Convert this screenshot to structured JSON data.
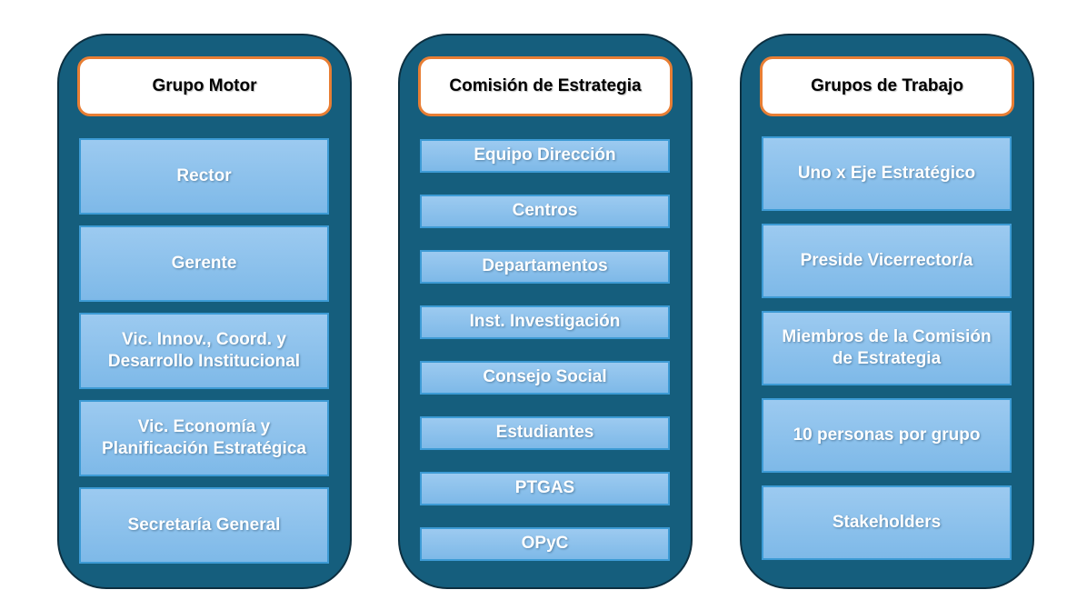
{
  "colors": {
    "container": "#155E7D",
    "container-border": "#0D2F40",
    "header-bg": "#FFFFFF",
    "header-border": "#E87E34",
    "header-text": "#000000",
    "item-top": "#9CCAF0",
    "item-bottom": "#7EB9E8",
    "item-border": "#3D9BD5",
    "item-text": "#FFFFFF"
  },
  "columns": [
    {
      "header": "Grupo Motor",
      "items": [
        "Rector",
        "Gerente",
        "Vic. Innov., Coord. y Desarrollo Institucional",
        "Vic. Economía y Planificación Estratégica",
        "Secretaría General"
      ]
    },
    {
      "header": "Comisión de Estrategia",
      "items": [
        "Equipo Dirección",
        "Centros",
        "Departamentos",
        "Inst. Investigación",
        "Consejo Social",
        "Estudiantes",
        "PTGAS",
        "OPyC"
      ]
    },
    {
      "header": "Grupos de Trabajo",
      "items": [
        "Uno x Eje Estratégico",
        "Preside Vicerrector/a",
        "Miembros de la Comisión de Estrategia",
        "10 personas por grupo",
        "Stakeholders"
      ]
    }
  ]
}
